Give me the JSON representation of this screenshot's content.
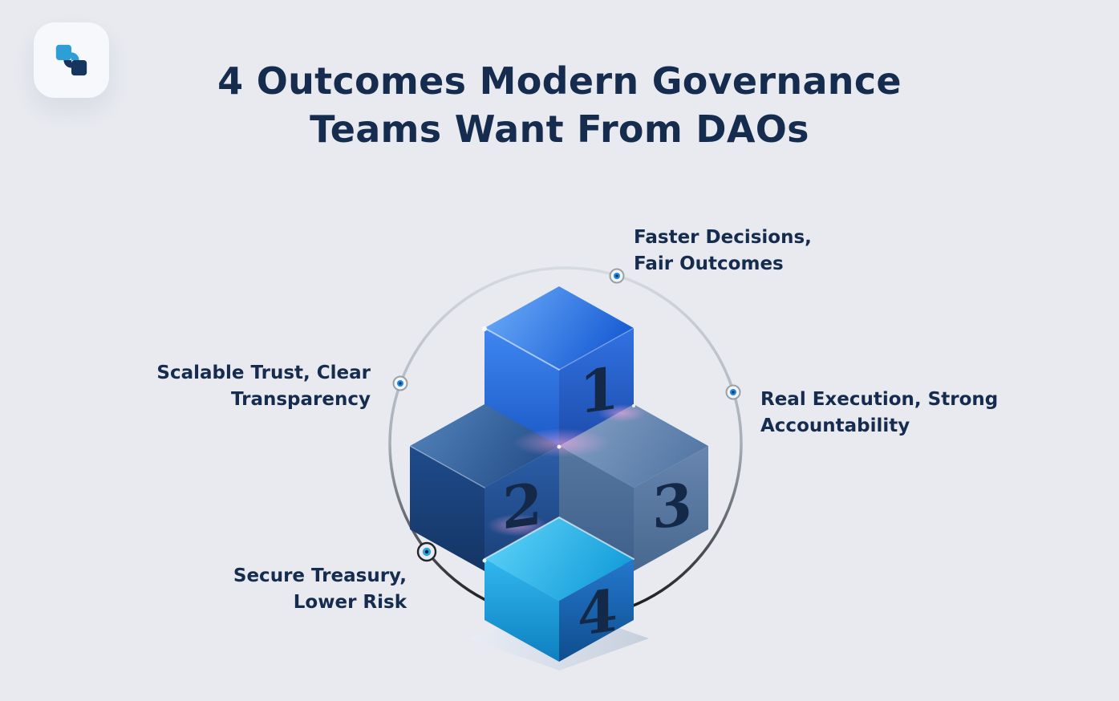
{
  "background_color": "#e8eaf0",
  "title": {
    "line1": "4 Outcomes Modern Governance",
    "line2": "Teams Want From DAOs",
    "color": "#152c4e"
  },
  "diagram": {
    "circle_gradient_top": "#d6dae1",
    "circle_gradient_bottom": "#101114",
    "marker_dot_color": "#1e88e5",
    "nodes": {
      "n1": {
        "number": "1",
        "label_line1": "Faster Decisions,",
        "label_line2": "Fair Outcomes",
        "cube_color": "#2b6fe0",
        "position": "top"
      },
      "n2": {
        "number": "2",
        "label_line1": "Scalable Trust, Clear",
        "label_line2": "Transparency",
        "cube_color": "#1d4a8a",
        "position": "left"
      },
      "n3": {
        "number": "3",
        "label_line1": "Real Execution, Strong",
        "label_line2": "Accountability",
        "cube_color": "#5b7dab",
        "position": "right"
      },
      "n4": {
        "number": "4",
        "label_line1": "Secure Treasury,",
        "label_line2": "Lower Risk",
        "cube_color": "#22a9e4",
        "position": "bottom"
      }
    }
  }
}
